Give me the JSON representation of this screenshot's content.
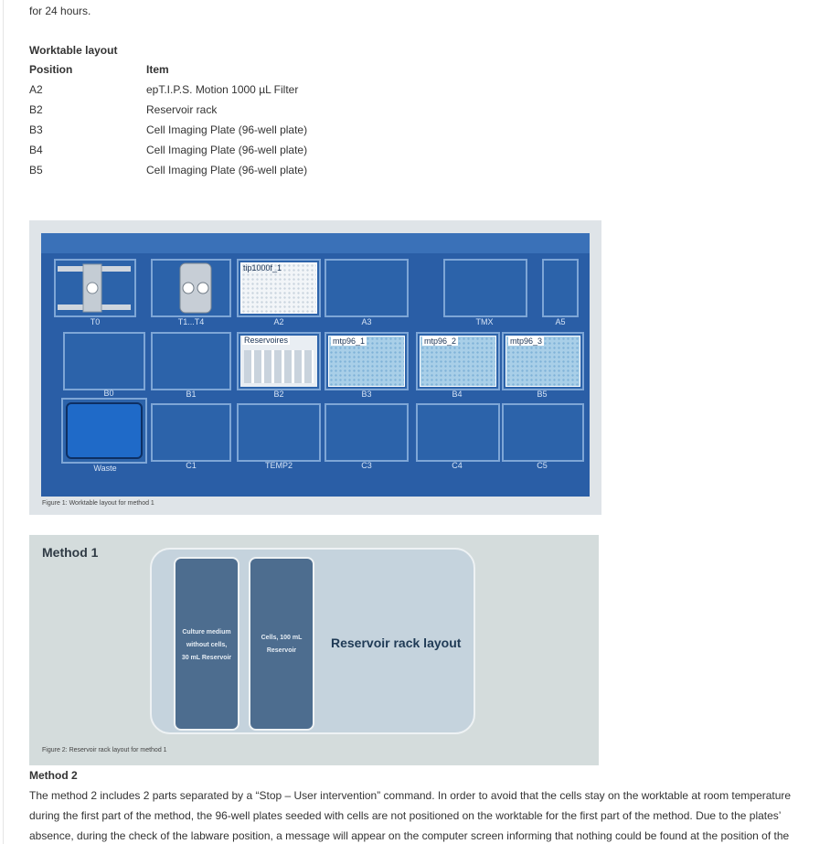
{
  "intro_tail": "for 24 hours.",
  "worktable": {
    "heading": "Worktable layout",
    "col_position": "Position",
    "col_item": "Item",
    "rows": [
      {
        "position": "A2",
        "item": "epT.I.P.S. Motion 1000 µL Filter"
      },
      {
        "position": "B2",
        "item": "Reservoir rack"
      },
      {
        "position": "B3",
        "item": "Cell Imaging Plate (96-well plate)"
      },
      {
        "position": "B4",
        "item": "Cell Imaging Plate (96-well plate)"
      },
      {
        "position": "B5",
        "item": "Cell Imaging Plate (96-well plate)"
      }
    ]
  },
  "figure1": {
    "labels": {
      "t0": "T0",
      "t1t4": "T1...T4",
      "a2": "A2",
      "a3": "A3",
      "tmx": "TMX",
      "a5": "A5",
      "b0": "B0",
      "b1": "B1",
      "b2": "B2",
      "b3": "B3",
      "b4": "B4",
      "b5": "B5",
      "waste": "Waste",
      "c1": "C1",
      "temp2": "TEMP2",
      "c3": "C3",
      "c4": "C4",
      "c5": "C5"
    },
    "plates": {
      "tip": "tip1000f_1",
      "reservoires": "Reservoires",
      "mtp1": "mtp96_1",
      "mtp2": "mtp96_2",
      "mtp3": "mtp96_3"
    },
    "caption": "Figure 1: Worktable layout for method 1"
  },
  "figure2": {
    "title": "Method 1",
    "reservoir1": "Culture medium\nwithout cells,\n30 mL Reservoir",
    "reservoir2": "Cells, 100 mL\nReservoir",
    "rack_label": "Reservoir rack layout",
    "caption": "Figure 2: Reservoir rack layout for method 1"
  },
  "method2": {
    "heading": "Method 2",
    "line1": "The method 2 includes 2 parts separated by a “Stop – User intervention” command. In order to avoid that the cells stay on the worktable at room temperature",
    "line2": "during the first part of the method, the 96-well plates seeded with cells are not positioned on the worktable for the first part of the method. Due to the plates’",
    "line3": "absence, during the check of the labware position, a message will appear on the computer screen informing that nothing could be found at the position of the"
  }
}
